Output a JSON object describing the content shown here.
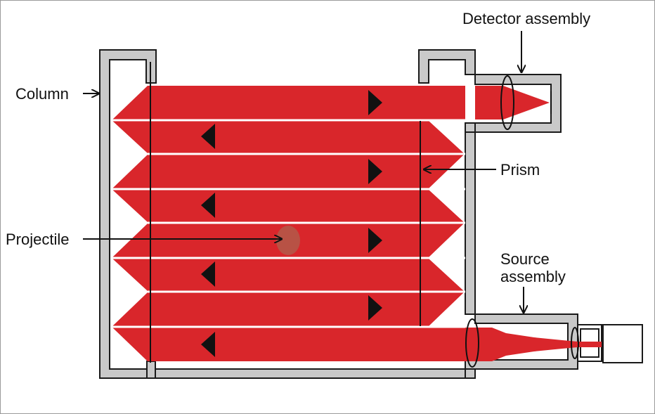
{
  "labels": {
    "detector": "Detector assembly",
    "column": "Column",
    "prism": "Prism",
    "projectile": "Projectile",
    "source_line1": "Source",
    "source_line2": "assembly"
  },
  "colors": {
    "beam": "#d9262b",
    "wall_fill": "#c9c9c9",
    "wall_stroke": "#1a1a1a",
    "projectile": "#b25a4a",
    "background": "#ffffff"
  }
}
